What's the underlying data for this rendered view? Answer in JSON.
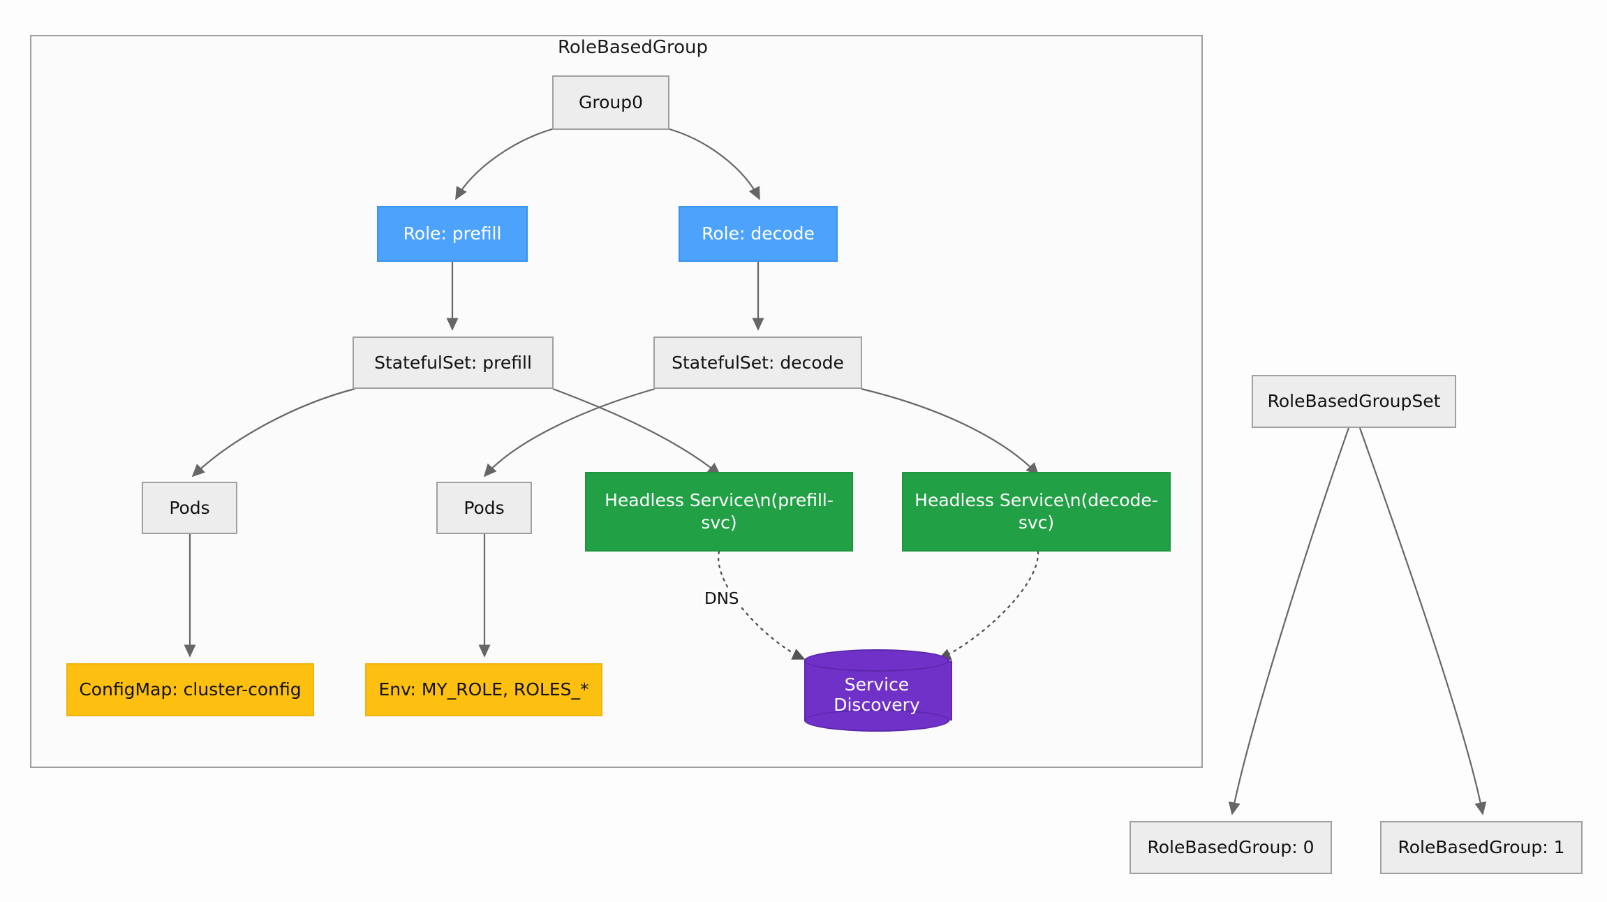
{
  "diagram": {
    "background_color": "#fdfdfd",
    "cluster": {
      "label": "RoleBasedGroup",
      "border_color": "#9e9e9e",
      "fill_color": "#fbfbfb"
    },
    "palette": {
      "grey_fill": "#ededed",
      "grey_stroke": "#a0a0a0",
      "blue_fill": "#4da3fb",
      "green_fill": "#22a046",
      "yellow_fill": "#fdc010",
      "purple_fill": "#6f31c8",
      "edge_stroke": "#666666"
    },
    "nodes": [
      {
        "id": "group0",
        "label": "Group0",
        "shape": "rect",
        "style": "grey"
      },
      {
        "id": "role_prefill",
        "label": "Role: prefill",
        "shape": "rect",
        "style": "blue"
      },
      {
        "id": "role_decode",
        "label": "Role: decode",
        "shape": "rect",
        "style": "blue"
      },
      {
        "id": "sts_prefill",
        "label": "StatefulSet: prefill",
        "shape": "rect",
        "style": "grey"
      },
      {
        "id": "sts_decode",
        "label": "StatefulSet: decode",
        "shape": "rect",
        "style": "grey"
      },
      {
        "id": "pods_prefill",
        "label": "Pods",
        "shape": "rect",
        "style": "grey"
      },
      {
        "id": "pods_decode",
        "label": "Pods",
        "shape": "rect",
        "style": "grey"
      },
      {
        "id": "svc_prefill",
        "label": "Headless Service\\n(prefill-svc)",
        "shape": "rect",
        "style": "green"
      },
      {
        "id": "svc_decode",
        "label": "Headless Service\\n(decode-svc)",
        "shape": "rect",
        "style": "green"
      },
      {
        "id": "configmap",
        "label": "ConfigMap: cluster-config",
        "shape": "rect",
        "style": "yellow"
      },
      {
        "id": "env",
        "label": "Env: MY_ROLE, ROLES_*",
        "shape": "rect",
        "style": "yellow"
      },
      {
        "id": "discovery",
        "label": "Service Discovery",
        "shape": "cylinder",
        "style": "purple"
      },
      {
        "id": "rbgset",
        "label": "RoleBasedGroupSet",
        "shape": "rect",
        "style": "grey"
      },
      {
        "id": "rbg0",
        "label": "RoleBasedGroup: 0",
        "shape": "rect",
        "style": "grey"
      },
      {
        "id": "rbg1",
        "label": "RoleBasedGroup: 1",
        "shape": "rect",
        "style": "grey"
      }
    ],
    "edges": [
      {
        "from": "group0",
        "to": "role_prefill",
        "label": "",
        "style": "solid"
      },
      {
        "from": "group0",
        "to": "role_decode",
        "label": "",
        "style": "solid"
      },
      {
        "from": "role_prefill",
        "to": "sts_prefill",
        "label": "",
        "style": "solid"
      },
      {
        "from": "role_decode",
        "to": "sts_decode",
        "label": "",
        "style": "solid"
      },
      {
        "from": "sts_prefill",
        "to": "pods_prefill",
        "label": "",
        "style": "solid"
      },
      {
        "from": "sts_prefill",
        "to": "svc_prefill",
        "label": "",
        "style": "solid"
      },
      {
        "from": "sts_decode",
        "to": "pods_decode",
        "label": "",
        "style": "solid"
      },
      {
        "from": "sts_decode",
        "to": "svc_decode",
        "label": "",
        "style": "solid"
      },
      {
        "from": "pods_prefill",
        "to": "configmap",
        "label": "",
        "style": "solid"
      },
      {
        "from": "pods_decode",
        "to": "env",
        "label": "",
        "style": "solid"
      },
      {
        "from": "svc_prefill",
        "to": "discovery",
        "label": "DNS",
        "style": "dotted"
      },
      {
        "from": "svc_decode",
        "to": "discovery",
        "label": "",
        "style": "dotted"
      },
      {
        "from": "rbgset",
        "to": "rbg0",
        "label": "",
        "style": "solid"
      },
      {
        "from": "rbgset",
        "to": "rbg1",
        "label": "",
        "style": "solid"
      }
    ],
    "edge_labels": {
      "dns": "DNS"
    }
  }
}
